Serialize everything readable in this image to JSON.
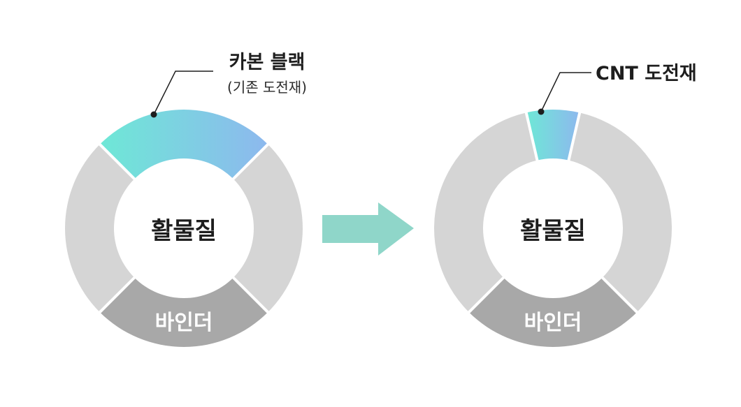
{
  "left_ring": {
    "center_label": "활물질",
    "bottom_label": "바인더",
    "callout_title": "카본 블랙",
    "callout_subtitle": "(기존 도전재)"
  },
  "right_ring": {
    "center_label": "활물질",
    "bottom_label": "바인더",
    "callout_title": "CNT 도전재"
  },
  "colors": {
    "ring_light": "#d5d5d5",
    "ring_dark": "#a8a8a8",
    "gradient_start": "#6ee8d6",
    "gradient_end": "#8db8ee",
    "arrow": "#8fd6c9",
    "ring_separator": "#ffffff"
  },
  "transition_arrow": "arrow-right"
}
